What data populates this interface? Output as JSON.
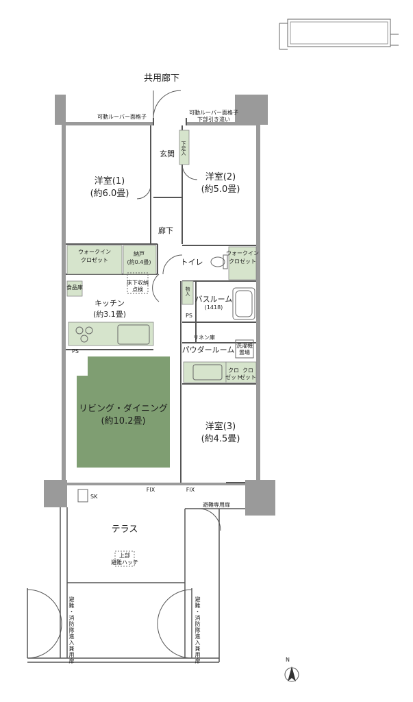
{
  "labels": {
    "common_corridor": "共用廊下",
    "louver_left": "可動ルーバー面格子",
    "louver_right_1": "可動ルーバー面格子",
    "louver_right_2": "下部引き違い",
    "entrance": "玄関",
    "shoe_storage": "下足入",
    "room1_name": "洋室(1)",
    "room1_size": "(約6.0畳)",
    "room2_name": "洋室(2)",
    "room2_size": "(約5.0畳)",
    "hallway": "廊下",
    "walkin1_a": "ウォークイン",
    "walkin1_b": "クロゼット",
    "storage_a": "納戸",
    "storage_b": "(約0.4畳)",
    "toilet": "トイレ",
    "walkin2_a": "ウォークイン",
    "walkin2_b": "クロゼット",
    "food_storage": "食品庫",
    "floor_storage_a": "床下収納",
    "floor_storage_b": "点検",
    "kitchen_name": "キッチン",
    "kitchen_size": "(約3.1畳)",
    "storage_small": "物入",
    "bathroom": "バスルーム",
    "bath_size": "(1418)",
    "ps_1": "PS",
    "linen": "リネン庫",
    "powder_room": "パウダールーム",
    "washer_a": "洗濯機",
    "washer_b": "置場",
    "ps_2": "PS",
    "closet_1a": "クロ",
    "closet_1b": "ゼット",
    "closet_2a": "クロ",
    "closet_2b": "ゼット",
    "living_name": "リビング・ダイニング",
    "living_size": "(約10.2畳)",
    "room3_name": "洋室(3)",
    "room3_size": "(約4.5畳)",
    "sk": "SK",
    "fix1": "FIX",
    "fix2": "FIX",
    "evac_door": "避難専用扉",
    "terrace": "テラス",
    "upper_hatch_a": "上部",
    "upper_hatch_b": "避難ハッチ",
    "evac_left": "避難・消防隊進入兼用扉",
    "evac_right": "避難・消防隊進入兼用扉",
    "north": "N"
  },
  "colors": {
    "wall": "#9a9a9a",
    "pillar": "#9a9a9a",
    "line": "#555555",
    "living_fill": "#7f9e72",
    "storage_fill": "#d6e4cc",
    "background": "#ffffff"
  }
}
